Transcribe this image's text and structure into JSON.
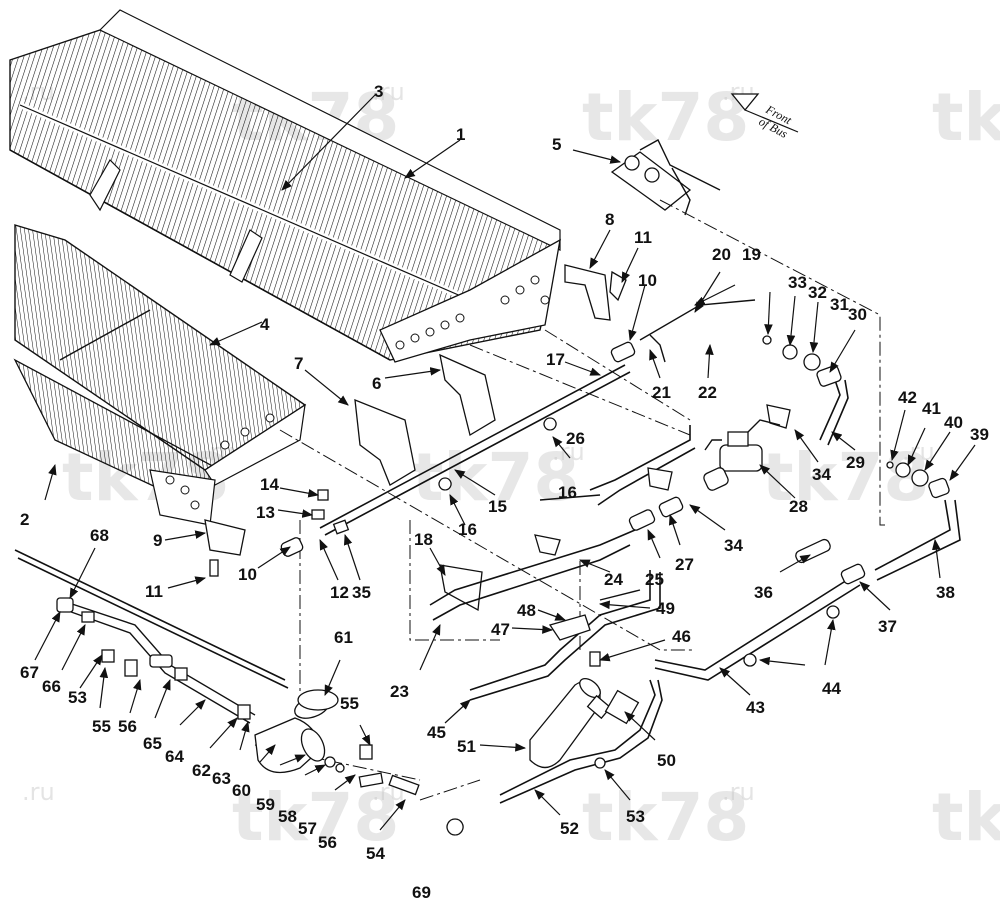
{
  "diagram": {
    "watermark_main": "tk78",
    "watermark_suffix": ".ru",
    "front_label_line1": "Front",
    "front_label_line2": "of Bus",
    "callouts": [
      {
        "id": "c1",
        "label": "1"
      },
      {
        "id": "c2",
        "label": "2"
      },
      {
        "id": "c3",
        "label": "3"
      },
      {
        "id": "c4",
        "label": "4"
      },
      {
        "id": "c5",
        "label": "5"
      },
      {
        "id": "c6",
        "label": "6"
      },
      {
        "id": "c7",
        "label": "7"
      },
      {
        "id": "c8",
        "label": "8"
      },
      {
        "id": "c9",
        "label": "9"
      },
      {
        "id": "c10a",
        "label": "10"
      },
      {
        "id": "c10b",
        "label": "10"
      },
      {
        "id": "c11a",
        "label": "11"
      },
      {
        "id": "c11b",
        "label": "11"
      },
      {
        "id": "c12",
        "label": "12"
      },
      {
        "id": "c13",
        "label": "13"
      },
      {
        "id": "c14",
        "label": "14"
      },
      {
        "id": "c15",
        "label": "15"
      },
      {
        "id": "c16a",
        "label": "16"
      },
      {
        "id": "c16b",
        "label": "16"
      },
      {
        "id": "c17",
        "label": "17"
      },
      {
        "id": "c18",
        "label": "18"
      },
      {
        "id": "c19",
        "label": "19"
      },
      {
        "id": "c20",
        "label": "20"
      },
      {
        "id": "c21",
        "label": "21"
      },
      {
        "id": "c22",
        "label": "22"
      },
      {
        "id": "c23",
        "label": "23"
      },
      {
        "id": "c24",
        "label": "24"
      },
      {
        "id": "c25",
        "label": "25"
      },
      {
        "id": "c26",
        "label": "26"
      },
      {
        "id": "c27",
        "label": "27"
      },
      {
        "id": "c28",
        "label": "28"
      },
      {
        "id": "c29",
        "label": "29"
      },
      {
        "id": "c30",
        "label": "30"
      },
      {
        "id": "c31",
        "label": "31"
      },
      {
        "id": "c32",
        "label": "32"
      },
      {
        "id": "c33",
        "label": "33"
      },
      {
        "id": "c34a",
        "label": "34"
      },
      {
        "id": "c34b",
        "label": "34"
      },
      {
        "id": "c35",
        "label": "35"
      },
      {
        "id": "c36",
        "label": "36"
      },
      {
        "id": "c37",
        "label": "37"
      },
      {
        "id": "c38",
        "label": "38"
      },
      {
        "id": "c39",
        "label": "39"
      },
      {
        "id": "c40",
        "label": "40"
      },
      {
        "id": "c41",
        "label": "41"
      },
      {
        "id": "c42",
        "label": "42"
      },
      {
        "id": "c43",
        "label": "43"
      },
      {
        "id": "c44",
        "label": "44"
      },
      {
        "id": "c45",
        "label": "45"
      },
      {
        "id": "c46",
        "label": "46"
      },
      {
        "id": "c47",
        "label": "47"
      },
      {
        "id": "c48",
        "label": "48"
      },
      {
        "id": "c49",
        "label": "49"
      },
      {
        "id": "c50",
        "label": "50"
      },
      {
        "id": "c51",
        "label": "51"
      },
      {
        "id": "c52",
        "label": "52"
      },
      {
        "id": "c53a",
        "label": "53"
      },
      {
        "id": "c53b",
        "label": "53"
      },
      {
        "id": "c54",
        "label": "54"
      },
      {
        "id": "c55a",
        "label": "55"
      },
      {
        "id": "c55b",
        "label": "55"
      },
      {
        "id": "c56a",
        "label": "56"
      },
      {
        "id": "c56b",
        "label": "56"
      },
      {
        "id": "c57",
        "label": "57"
      },
      {
        "id": "c58",
        "label": "58"
      },
      {
        "id": "c59",
        "label": "59"
      },
      {
        "id": "c60",
        "label": "60"
      },
      {
        "id": "c61",
        "label": "61"
      },
      {
        "id": "c62",
        "label": "62"
      },
      {
        "id": "c63",
        "label": "63"
      },
      {
        "id": "c64",
        "label": "64"
      },
      {
        "id": "c65",
        "label": "65"
      },
      {
        "id": "c66",
        "label": "66"
      },
      {
        "id": "c67",
        "label": "67"
      },
      {
        "id": "c68",
        "label": "68"
      },
      {
        "id": "c69",
        "label": "69"
      }
    ]
  }
}
